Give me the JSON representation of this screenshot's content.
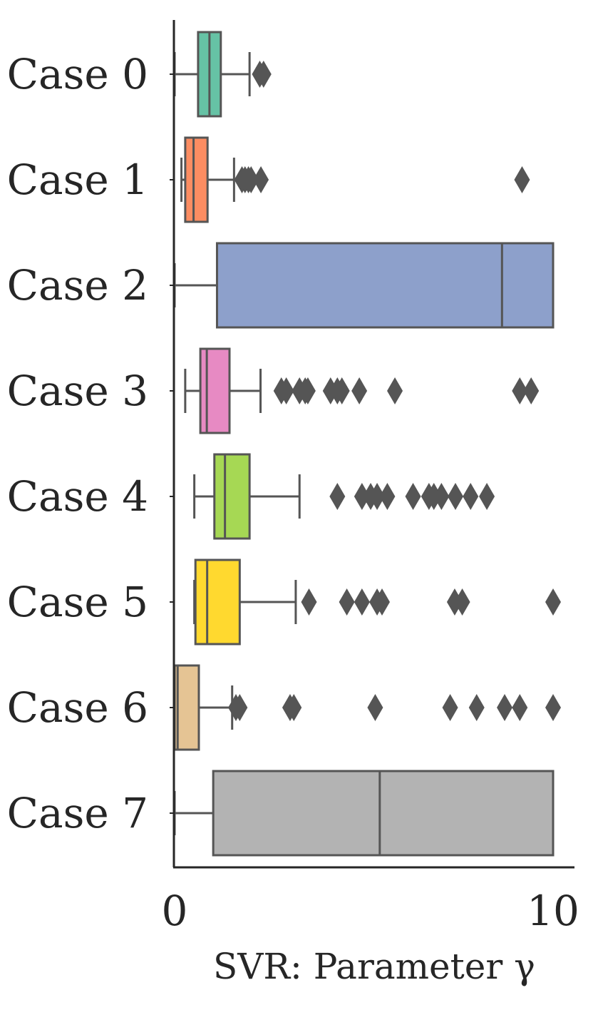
{
  "chart_data": {
    "type": "boxplot",
    "orientation": "horizontal",
    "xlabel": "SVR: Parameter γ",
    "xlim": [
      0,
      10.5
    ],
    "xticks": [
      0,
      10
    ],
    "grid": false,
    "outlier_color": "#555555",
    "box_edge_color": "#555555",
    "categories": [
      "Case 0",
      "Case 1",
      "Case 2",
      "Case 3",
      "Case 4",
      "Case 5",
      "Case 6",
      "Case 7"
    ],
    "boxes": [
      {
        "name": "Case 0",
        "color": "#66c2a5",
        "whisker_low": 0.0,
        "q1": 0.62,
        "median": 0.92,
        "q3": 1.22,
        "whisker_high": 1.98,
        "outliers": [
          2.25,
          2.35
        ]
      },
      {
        "name": "Case 1",
        "color": "#fc8d62",
        "whisker_low": 0.18,
        "q1": 0.28,
        "median": 0.5,
        "q3": 0.87,
        "whisker_high": 1.57,
        "outliers": [
          1.78,
          1.86,
          1.95,
          2.02,
          2.28,
          9.18
        ]
      },
      {
        "name": "Case 2",
        "color": "#8da0cb",
        "whisker_low": 0.0,
        "q1": 1.12,
        "median": 8.65,
        "q3": 10.0,
        "whisker_high": 10.0,
        "outliers": []
      },
      {
        "name": "Case 3",
        "color": "#e78ac3",
        "whisker_low": 0.28,
        "q1": 0.68,
        "median": 0.85,
        "q3": 1.45,
        "whisker_high": 2.27,
        "outliers": [
          2.82,
          2.95,
          3.3,
          3.45,
          3.52,
          4.12,
          4.3,
          4.42,
          4.88,
          5.82,
          9.12,
          9.42
        ]
      },
      {
        "name": "Case 4",
        "color": "#a6d854",
        "whisker_low": 0.52,
        "q1": 1.05,
        "median": 1.33,
        "q3": 1.98,
        "whisker_high": 3.3,
        "outliers": [
          4.3,
          4.95,
          5.18,
          5.35,
          5.62,
          6.3,
          6.72,
          6.85,
          7.05,
          7.42,
          7.82,
          8.25
        ]
      },
      {
        "name": "Case 5",
        "color": "#ffd92f",
        "whisker_low": 0.52,
        "q1": 0.55,
        "median": 0.86,
        "q3": 1.72,
        "whisker_high": 3.2,
        "outliers": [
          3.55,
          4.55,
          4.95,
          5.35,
          5.48,
          7.4,
          7.6,
          10.0
        ]
      },
      {
        "name": "Case 6",
        "color": "#e5c494",
        "whisker_low": 0.0,
        "q1": 0.0,
        "median": 0.08,
        "q3": 0.64,
        "whisker_high": 1.52,
        "outliers": [
          1.62,
          1.72,
          3.05,
          3.15,
          5.3,
          7.28,
          7.98,
          8.72,
          9.12,
          10.0
        ]
      },
      {
        "name": "Case 7",
        "color": "#b3b3b3",
        "whisker_low": 0.0,
        "q1": 1.02,
        "median": 5.42,
        "q3": 10.0,
        "whisker_high": 10.0,
        "outliers": []
      }
    ]
  }
}
